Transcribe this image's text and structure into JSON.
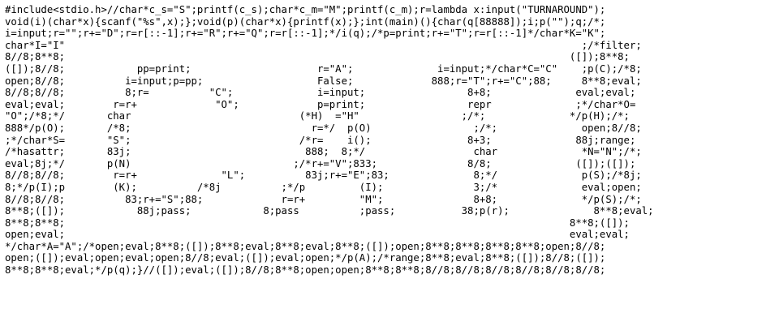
{
  "colors": {
    "background": "#ffffff",
    "text": "#000000"
  },
  "lines": [
    "#include<stdio.h>//char*c_s=\"S\";printf(c_s);char*c_m=\"M\";printf(c_m);r=lambda x:input(\"TURNAROUND\");",
    "void(i)(char*x){scanf(\"%s\",x);};void(p)(char*x){printf(x);};int(main)(){char(q[88888]);i;p(\"\");q;/*;",
    "i=input;r=\"\";r+=\"D\";r=r[::-1];r+=\"R\";r+=\"Q\";r=r[::-1];*/i(q);/*p=print;r+=\"T\";r=r[::-1]*/char*K=\"K\";",
    "char*I=\"I\"                                                                                      ;/*filter;",
    "8//8;8**8;                                                                                    ([]);8**8;",
    "([]);8//8;            pp=print;                     r=\"A\";              i=input;*/char*C=\"C\"    ;p(C);/*8;",
    "open;8//8;          i=input;p=pp;                   False;             888;r=\"T\";r+=\"C\";88;     8**8;eval;",
    "8//8;8//8;          8;r=          \"C\";              i=input;                 8+8;              eval;eval;",
    "eval;eval;        r=r+             \"O\";             p=print;                 repr              ;*/char*O=",
    "\"O\";/*8;*/       char                            (*H)  =\"H\"                 ;/*;              */p(H);/*;",
    "888*/p(O);       /*8;                              r=*/  p(O)                 ;/*;              open;8//8;",
    ";*/char*S=       \"S\";                            /*r=    i();                8+3;              88j;range;",
    "/*hasattr;       83j;                             888;  8;*/                  char              *N=\"N\";/*;",
    "eval;8j;*/       p(N)                           ;/*r+=\"V\";833;               8/8;              ([]);([]);",
    "8//8;8//8;        r=r+              \"L\";          83j;r+=\"E\";83;              8;*/              p(S);/*8j;",
    "8;*/p(I);p        (K);          /*8j          ;*/p         (I);               3;/*              eval;open;",
    "8//8;8//8;          83;r+=\"S\";88;             r=r+         \"M\";               8+8;              */p(S);/*;",
    "8**8;([]);            88j;pass;            8;pass          ;pass;           38;p(r);              8**8;eval;",
    "8**8;8**8;                                                                                    8**8;([]);",
    "open;eval;                                                                                    eval;eval;",
    "*/char*A=\"A\";/*open;eval;8**8;([]);8**8;eval;8**8;eval;8**8;([]);open;8**8;8**8;8**8;8**8;open;8//8;",
    "open;([]);eval;open;eval;open;8//8;eval;([]);eval;open;*/p(A);/*range;8**8;eval;8**8;([]);8//8;([]);",
    "8**8;8**8;eval;*/p(q);}//([]);eval;([]);8//8;8**8;open;open;8**8;8**8;8//8;8//8;8//8;8//8;8//8;8//8;"
  ]
}
